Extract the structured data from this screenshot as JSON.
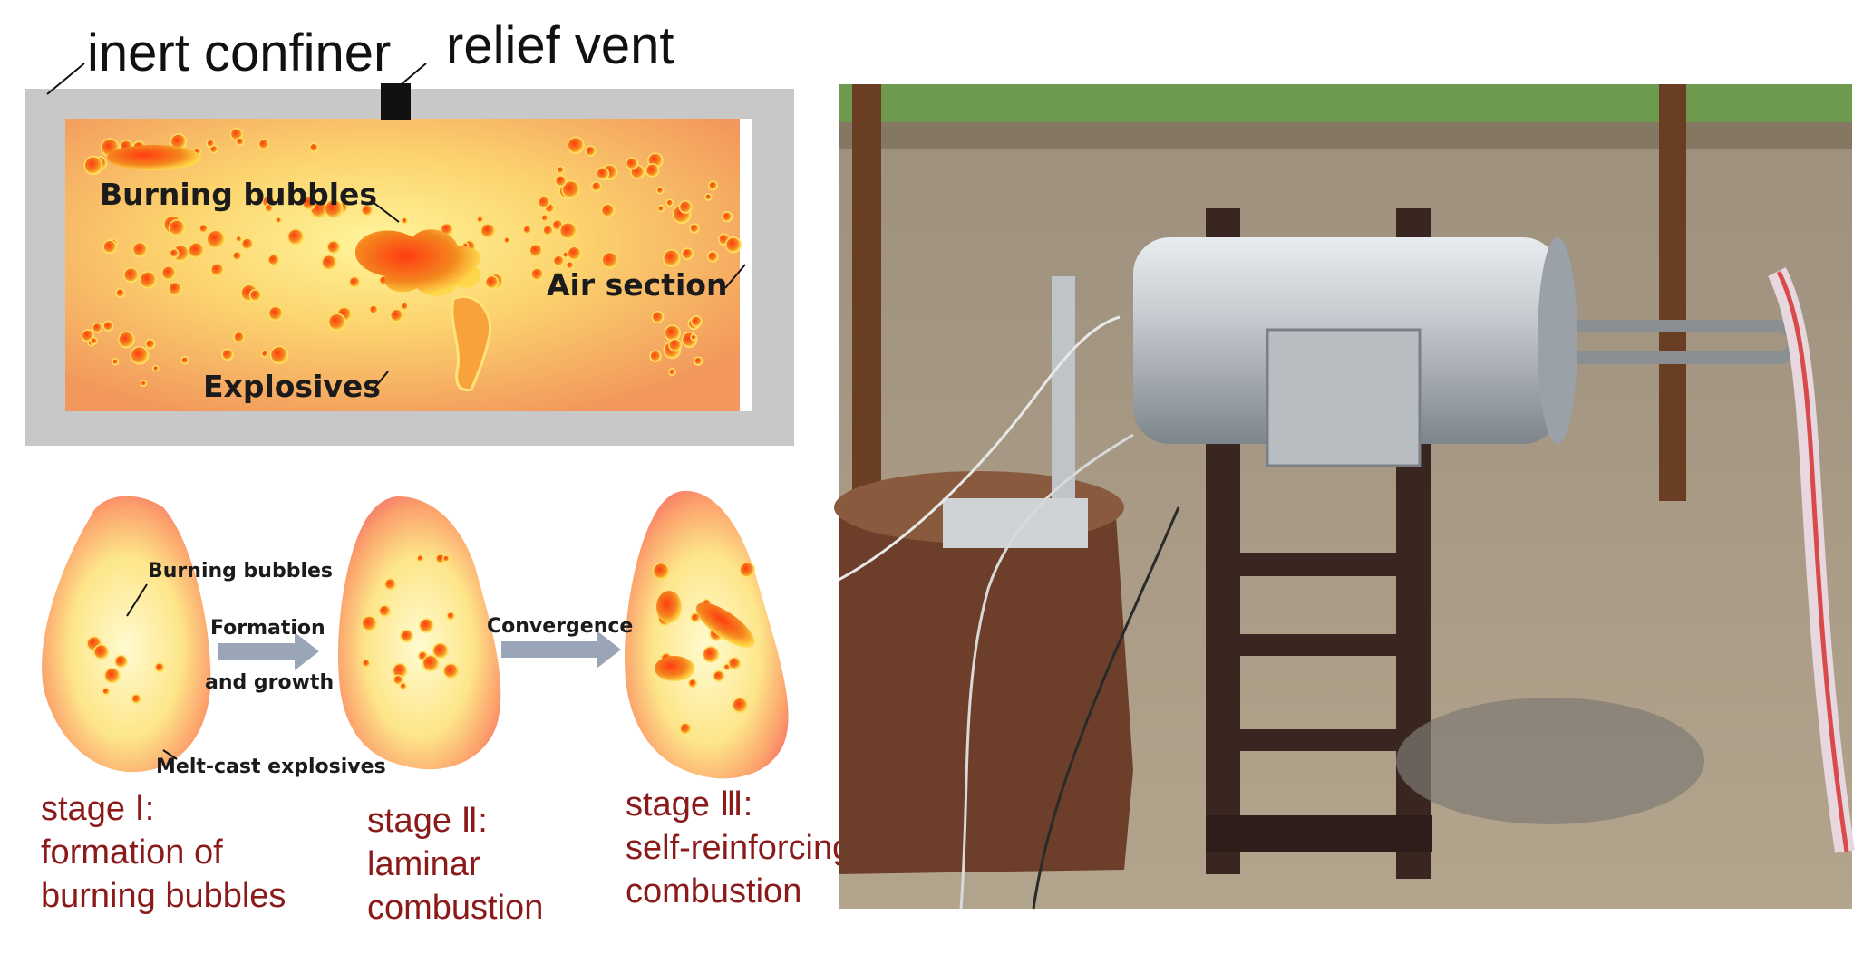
{
  "top_diagram": {
    "confiner_label": "inert confiner",
    "vent_label": "relief vent",
    "bubbles_label": "Burning bubbles",
    "air_label": "Air section",
    "explosives_label": "Explosives"
  },
  "stages_diagram": {
    "bubbles_label": "Burning bubbles",
    "arrow1_line1": "Formation",
    "arrow1_line2": "and growth",
    "arrow2_label": "Convergence",
    "melt_label": "Melt-cast explosives",
    "stage1": {
      "title": "stage Ⅰ:",
      "line1": "formation of",
      "line2": "burning bubbles"
    },
    "stage2": {
      "title": "stage Ⅱ:",
      "line1": "laminar",
      "line2": "combustion"
    },
    "stage3": {
      "title": "stage Ⅲ:",
      "line1": "self-reinforcing",
      "line2": "combustion"
    }
  },
  "colors": {
    "confiner": "#c8c8c8",
    "explosive_edge": "#f0955a",
    "explosive_core": "#fff38a",
    "bubble": "#f25a1e",
    "stage_text": "#8b1a1a"
  }
}
